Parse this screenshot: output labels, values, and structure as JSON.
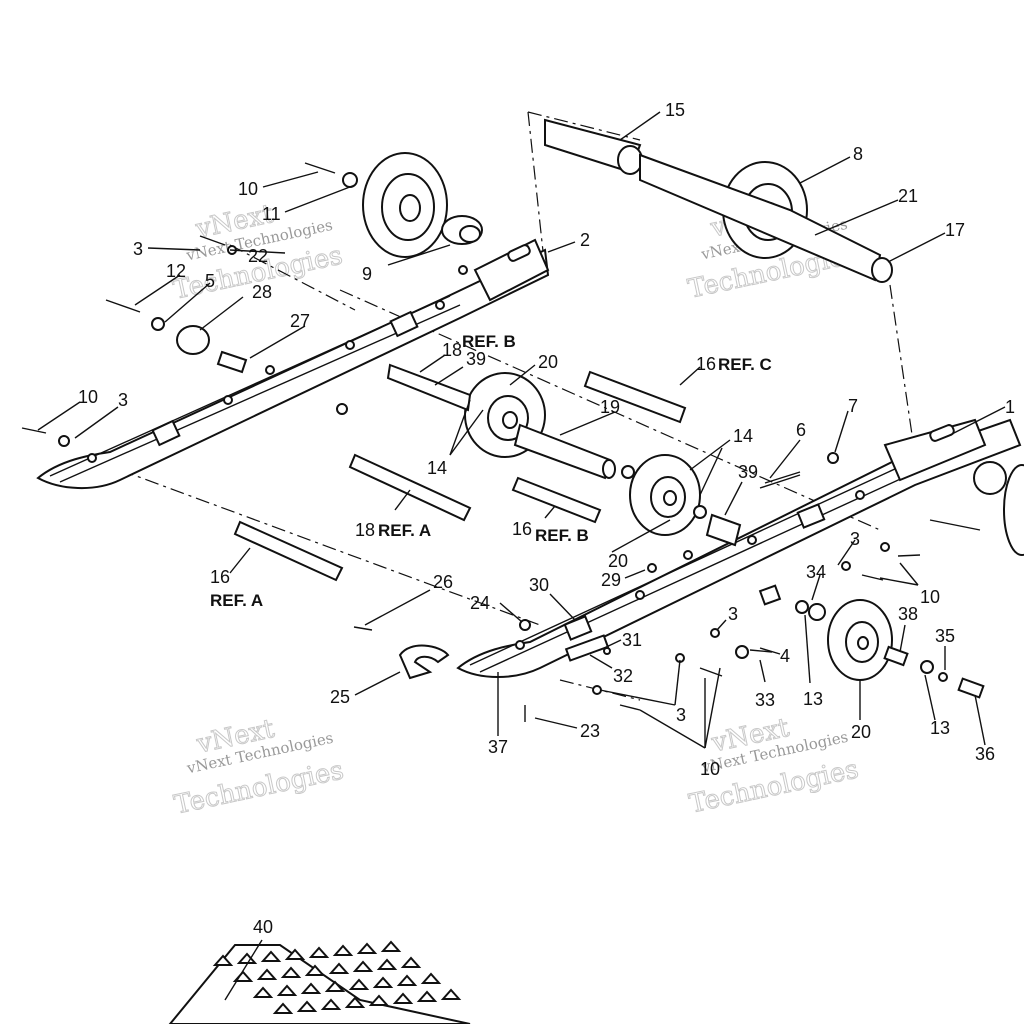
{
  "callouts": [
    {
      "id": "c15",
      "text": "15"
    },
    {
      "id": "c8",
      "text": "8"
    },
    {
      "id": "c21",
      "text": "21"
    },
    {
      "id": "c17",
      "text": "17"
    },
    {
      "id": "c10a",
      "text": "10"
    },
    {
      "id": "c11",
      "text": "11"
    },
    {
      "id": "c22",
      "text": "22"
    },
    {
      "id": "c9",
      "text": "9"
    },
    {
      "id": "c2",
      "text": "2"
    },
    {
      "id": "c3a",
      "text": "3"
    },
    {
      "id": "c12",
      "text": "12"
    },
    {
      "id": "c5",
      "text": "5"
    },
    {
      "id": "c28",
      "text": "28"
    },
    {
      "id": "c27",
      "text": "27"
    },
    {
      "id": "c18b",
      "text": "18"
    },
    {
      "id": "c39a",
      "text": "39"
    },
    {
      "id": "c20a",
      "text": "20"
    },
    {
      "id": "c16c",
      "text": "16"
    },
    {
      "id": "c10b",
      "text": "10"
    },
    {
      "id": "c3b",
      "text": "3"
    },
    {
      "id": "c7",
      "text": "7"
    },
    {
      "id": "c1",
      "text": "1"
    },
    {
      "id": "c19",
      "text": "19"
    },
    {
      "id": "c14a",
      "text": "14"
    },
    {
      "id": "c14b",
      "text": "14"
    },
    {
      "id": "c6",
      "text": "6"
    },
    {
      "id": "c39b",
      "text": "39"
    },
    {
      "id": "c18a",
      "text": "18"
    },
    {
      "id": "c16b",
      "text": "16"
    },
    {
      "id": "c20b",
      "text": "20"
    },
    {
      "id": "c16a",
      "text": "16"
    },
    {
      "id": "c3c",
      "text": "3"
    },
    {
      "id": "c34",
      "text": "34"
    },
    {
      "id": "c10c",
      "text": "10"
    },
    {
      "id": "c29",
      "text": "29"
    },
    {
      "id": "c26",
      "text": "26"
    },
    {
      "id": "c24",
      "text": "24"
    },
    {
      "id": "c30",
      "text": "30"
    },
    {
      "id": "c3d",
      "text": "3"
    },
    {
      "id": "c31",
      "text": "31"
    },
    {
      "id": "c4",
      "text": "4"
    },
    {
      "id": "c38",
      "text": "38"
    },
    {
      "id": "c35",
      "text": "35"
    },
    {
      "id": "c32",
      "text": "32"
    },
    {
      "id": "c33",
      "text": "33"
    },
    {
      "id": "c13a",
      "text": "13"
    },
    {
      "id": "c25",
      "text": "25"
    },
    {
      "id": "c3e",
      "text": "3"
    },
    {
      "id": "c23",
      "text": "23"
    },
    {
      "id": "c37",
      "text": "37"
    },
    {
      "id": "c10d",
      "text": "10"
    },
    {
      "id": "c20c",
      "text": "20"
    },
    {
      "id": "c13b",
      "text": "13"
    },
    {
      "id": "c36",
      "text": "36"
    },
    {
      "id": "c40",
      "text": "40"
    }
  ],
  "references": {
    "ref_b_top": "REF. B",
    "ref_c": "REF. C",
    "ref_a_mid": "REF. A",
    "ref_b_mid": "REF. B",
    "ref_a_left": "REF. A"
  },
  "watermark": {
    "line1": "vNext Technologies",
    "line2": "Technologies",
    "line0": "vNext"
  }
}
